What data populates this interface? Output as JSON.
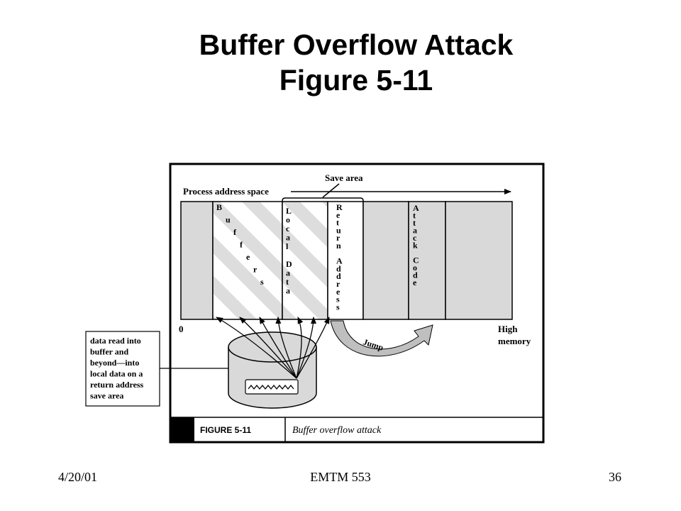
{
  "slide": {
    "title_line1": "Buffer Overflow Attack",
    "title_line2": "Figure 5-11"
  },
  "figure": {
    "save_area_label": "Save area",
    "process_address_space_label": "Process address space",
    "low_label": "0",
    "high_label_line1": "High",
    "high_label_line2": "memory",
    "segments": [
      {
        "name": "buffers",
        "letters": [
          "B",
          "u",
          "f",
          "f",
          "e",
          "r",
          "s"
        ]
      },
      {
        "name": "local-data",
        "letters": [
          "L",
          "o",
          "c",
          "a",
          "l",
          "",
          "D",
          "a",
          "t",
          "a"
        ]
      },
      {
        "name": "return-address",
        "letters": [
          "R",
          "e",
          "t",
          "u",
          "r",
          "n",
          "",
          "A",
          "d",
          "d",
          "r",
          "e",
          "s",
          "s"
        ]
      },
      {
        "name": "attack-code",
        "letters": [
          "A",
          "t",
          "t",
          "a",
          "c",
          "k",
          "",
          "C",
          "o",
          "d",
          "e"
        ]
      }
    ],
    "jump_label": "Jump",
    "callout_lines": [
      "data read into",
      "buffer and",
      "beyond—into",
      "local data on a",
      "return address",
      "save area"
    ],
    "caption_label": "FIGURE 5-11",
    "caption_text": "Buffer overflow attack"
  },
  "footer": {
    "date": "4/20/01",
    "course": "EMTM 553",
    "page": "36"
  },
  "colors": {
    "segment_gray": "#d9d9d9",
    "hatch_light": "#dddddd",
    "jump_arrow": "#bfbfbf",
    "frame": "#000000"
  }
}
